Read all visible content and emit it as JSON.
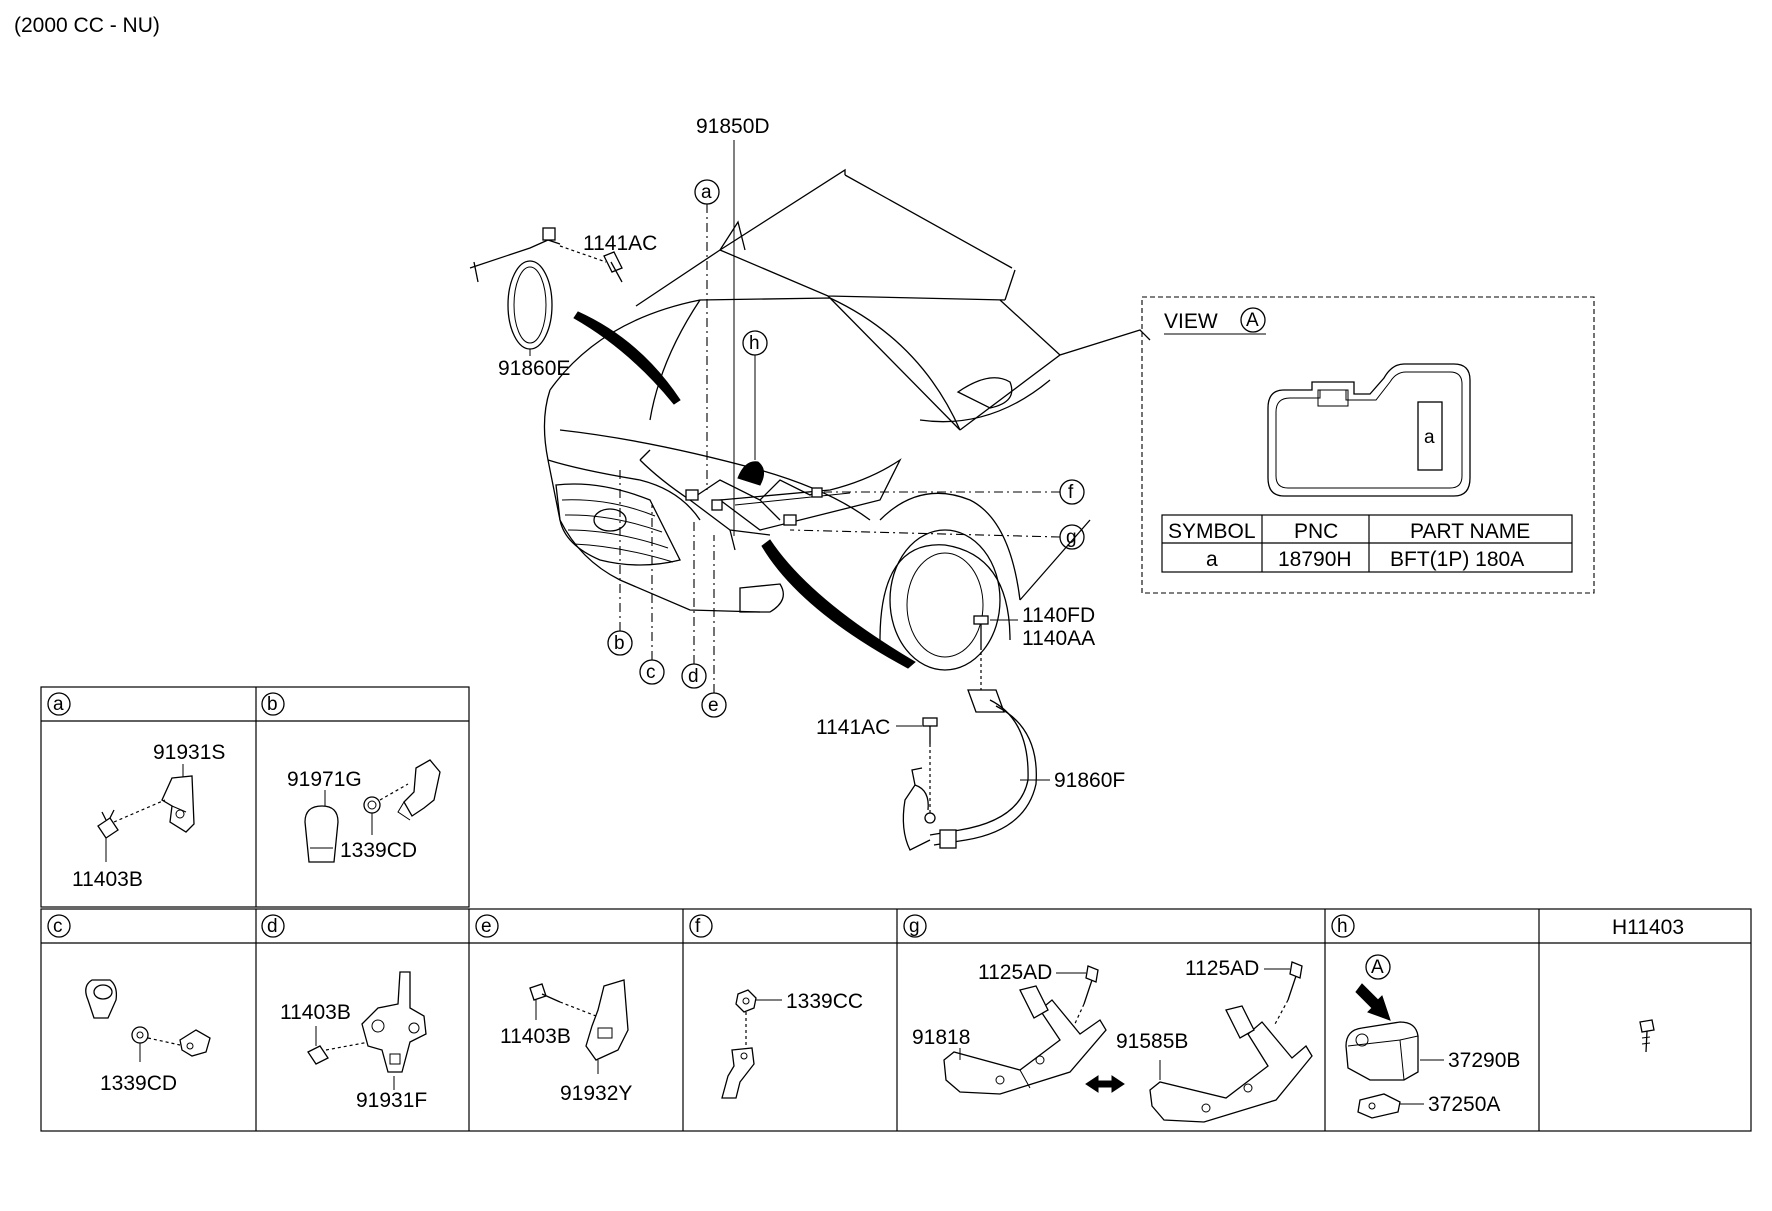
{
  "header": {
    "engine_spec": "(2000 CC - NU)"
  },
  "main_diagram": {
    "labels": {
      "harness_main": "91850D",
      "bolt_top": "1141AC",
      "battery_cable_left": "91860E",
      "bolt_pair_1": "1140FD",
      "bolt_pair_2": "1140AA",
      "bolt_lower": "1141AC",
      "battery_cable_right": "91860F"
    },
    "callouts": [
      "a",
      "b",
      "c",
      "d",
      "e",
      "f",
      "g",
      "h"
    ]
  },
  "view_a": {
    "title": "VIEW",
    "symbol": "A",
    "box_label": "a",
    "table": {
      "headers": [
        "SYMBOL",
        "PNC",
        "PART NAME"
      ],
      "rows": [
        [
          "a",
          "18790H",
          "BFT(1P) 180A"
        ]
      ]
    }
  },
  "detail_panels": {
    "a": {
      "key": "a",
      "parts": [
        "91931S",
        "11403B"
      ]
    },
    "b": {
      "key": "b",
      "parts": [
        "91971G",
        "1339CD"
      ]
    },
    "c": {
      "key": "c",
      "parts": [
        "1339CD"
      ]
    },
    "d": {
      "key": "d",
      "parts": [
        "11403B",
        "91931F"
      ]
    },
    "e": {
      "key": "e",
      "parts": [
        "11403B",
        "91932Y"
      ]
    },
    "f": {
      "key": "f",
      "parts": [
        "1339CC"
      ]
    },
    "g": {
      "key": "g",
      "parts": [
        "1125AD",
        "91818",
        "1125AD",
        "91585B"
      ]
    },
    "h": {
      "key": "h",
      "symbol": "A",
      "parts": [
        "37290B",
        "37250A"
      ]
    },
    "h11403": {
      "title": "H11403"
    }
  }
}
